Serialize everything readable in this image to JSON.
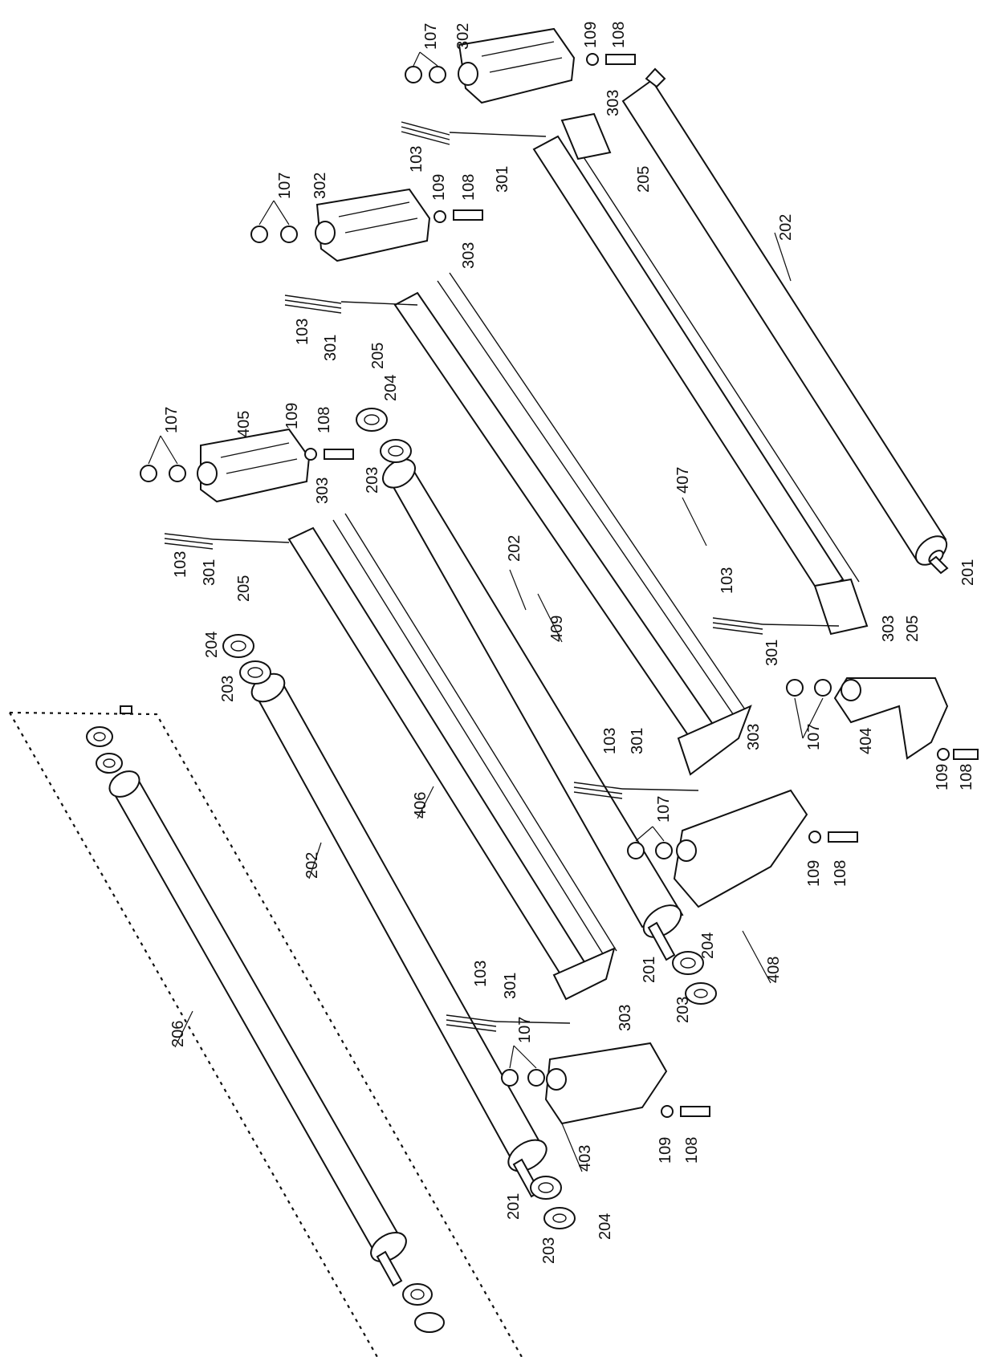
{
  "callouts": [
    "107",
    "302",
    "109",
    "108",
    "303",
    "103",
    "301",
    "205",
    "202",
    "407",
    "201",
    "405",
    "204",
    "203",
    "409",
    "404",
    "406",
    "408",
    "403",
    "206"
  ]
}
